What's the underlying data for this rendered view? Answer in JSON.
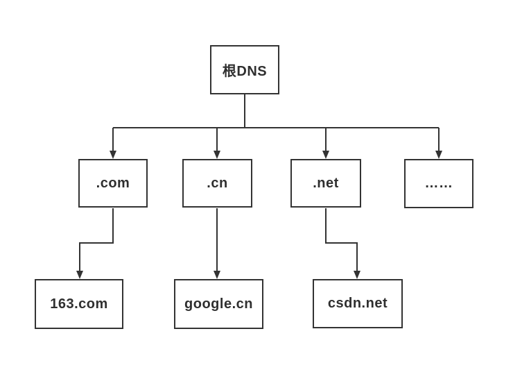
{
  "diagram": {
    "type": "tree",
    "language": "zh-CN",
    "background_color": "#ffffff",
    "line_color": "#333333",
    "text_color": "#2f2f2f",
    "nodes": {
      "root": {
        "label": "根DNS"
      },
      "tld_com": {
        "label": ".com"
      },
      "tld_cn": {
        "label": ".cn"
      },
      "tld_net": {
        "label": ".net"
      },
      "tld_more": {
        "label": "……"
      },
      "domain_163": {
        "label": "163.com"
      },
      "domain_google": {
        "label": "google.cn"
      },
      "domain_csdn": {
        "label": "csdn.net"
      }
    },
    "edges": [
      {
        "from": "根DNS",
        "to": ".com"
      },
      {
        "from": "根DNS",
        "to": ".cn"
      },
      {
        "from": "根DNS",
        "to": ".net"
      },
      {
        "from": "根DNS",
        "to": "……"
      },
      {
        "from": ".com",
        "to": "163.com"
      },
      {
        "from": ".cn",
        "to": "google.cn"
      },
      {
        "from": ".net",
        "to": "csdn.net"
      }
    ]
  }
}
